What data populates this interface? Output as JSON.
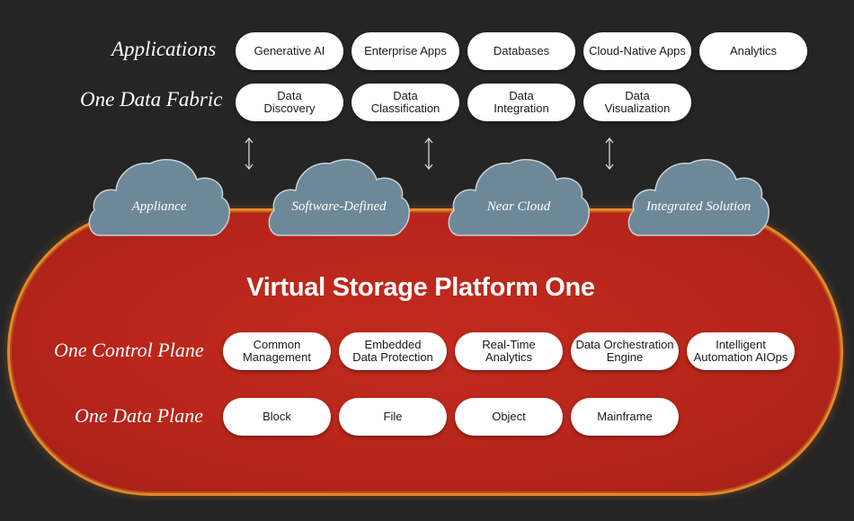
{
  "rows": {
    "applications": {
      "label": "Applications",
      "items": [
        "Generative AI",
        "Enterprise Apps",
        "Databases",
        "Cloud-Native Apps",
        "Analytics"
      ]
    },
    "data_fabric": {
      "label": "One Data Fabric",
      "items": [
        [
          "Data",
          "Discovery"
        ],
        [
          "Data",
          "Classification"
        ],
        [
          "Data",
          "Integration"
        ],
        [
          "Data",
          "Visualization"
        ]
      ]
    }
  },
  "clouds": [
    "Appliance",
    "Software-Defined",
    "Near Cloud",
    "Integrated Solution"
  ],
  "platform": {
    "title": "Virtual Storage Platform One",
    "control_plane": {
      "label": "One Control Plane",
      "items": [
        [
          "Common",
          "Management"
        ],
        [
          "Embedded",
          "Data Protection"
        ],
        [
          "Real-Time",
          "Analytics"
        ],
        [
          "Data Orchestration",
          "Engine"
        ],
        [
          "Intelligent",
          "Automation AIOps"
        ]
      ]
    },
    "data_plane": {
      "label": "One Data Plane",
      "items": [
        "Block",
        "File",
        "Object",
        "Mainframe"
      ]
    }
  },
  "colors": {
    "background": "#252525",
    "platform_red": "#b8261b",
    "platform_border": "#e5862c",
    "cloud_fill": "#6d8898",
    "pill": "#ffffff"
  }
}
